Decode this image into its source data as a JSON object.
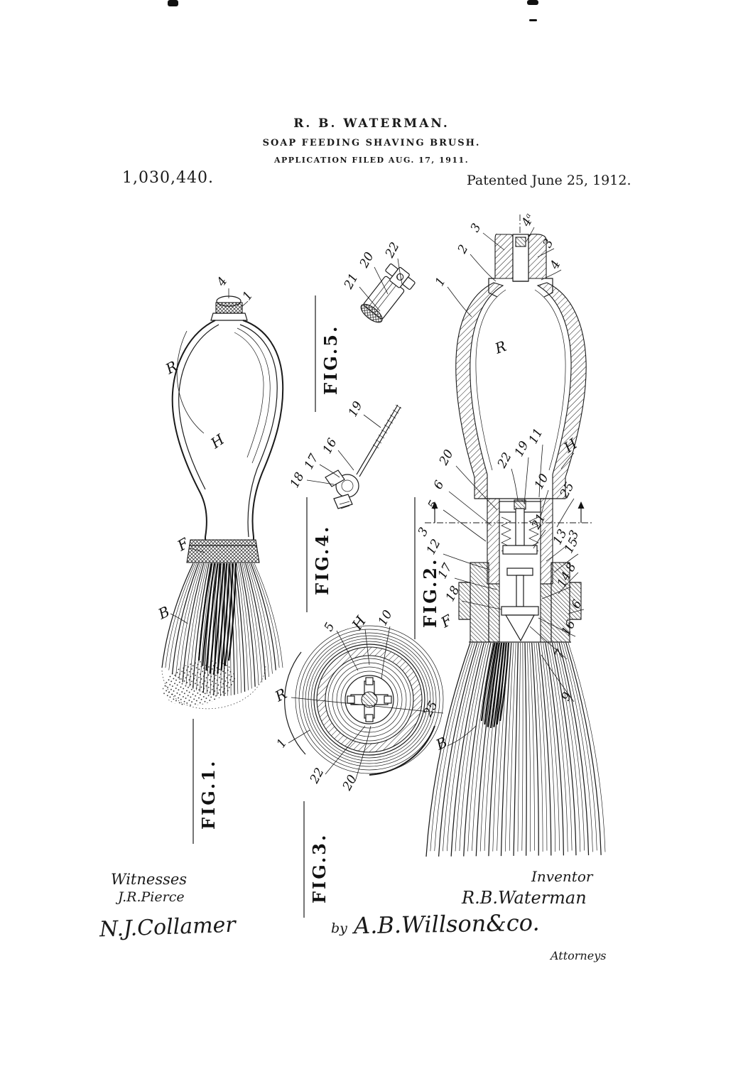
{
  "page": {
    "background": "#ffffff",
    "ink": "#1a1a1a"
  },
  "header": {
    "inventor_line": "R. B. WATERMAN.",
    "title_line": "SOAP FEEDING SHAVING BRUSH.",
    "application_line": "APPLICATION FILED AUG. 17, 1911.",
    "patent_number": "1,030,440.",
    "patent_date": "Patented June 25, 1912."
  },
  "figures": {
    "fig1": {
      "label": "FIG.1.",
      "refs": [
        "4",
        "1",
        "R",
        "H",
        "F",
        "B"
      ]
    },
    "fig2": {
      "label": "FIG.2.",
      "top": [
        "1",
        "2",
        "3",
        "4ᵃ",
        "3",
        "4"
      ],
      "bowl": "R",
      "left": [
        "20",
        "6",
        "5",
        "3",
        "12",
        "17",
        "18",
        "F"
      ],
      "right": [
        "22",
        "19",
        "11",
        "H",
        "10",
        "25",
        "21",
        "3",
        "13",
        "15",
        "8",
        "14",
        "6",
        "16",
        "7",
        "9"
      ],
      "bottom": "B"
    },
    "fig3": {
      "label": "FIG.3.",
      "refs": [
        "5",
        "H",
        "10",
        "R",
        "1",
        "22",
        "20",
        "25"
      ]
    },
    "fig4": {
      "label": "FIG.4.",
      "refs": [
        "18",
        "17",
        "16",
        "19"
      ]
    },
    "fig5": {
      "label": "FIG.5.",
      "refs": [
        "21",
        "20",
        "22"
      ]
    }
  },
  "footer": {
    "witnesses_label": "Witnesses",
    "witness1": "J.R.Pierce",
    "witness2_signature": "N.J.Collamer",
    "inventor_label": "Inventor",
    "inventor_signature": "R.B.Waterman",
    "by_label": "by",
    "attorney_signature": "A.B.Willson&co.",
    "attorneys_label": "Attorneys"
  }
}
